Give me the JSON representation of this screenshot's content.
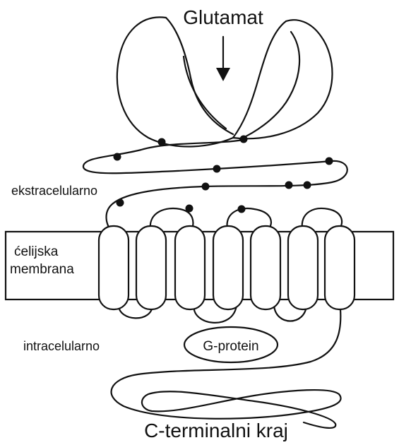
{
  "labels": {
    "ligand": "Glutamat",
    "extracellular": "ekstracelularno",
    "membrane_line1": "ćelijska",
    "membrane_line2": "membrana",
    "intracellular": "intracelularno",
    "g_protein": "G-protein",
    "c_terminus": "C-terminalni kraj"
  },
  "colors": {
    "line": "#111111",
    "background": "#ffffff"
  }
}
